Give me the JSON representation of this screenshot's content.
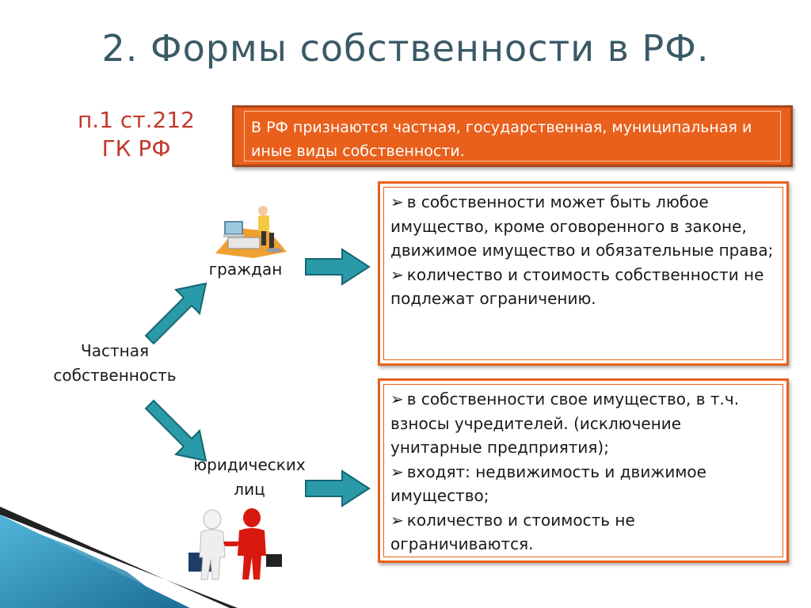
{
  "title": "2. Формы собственности в РФ.",
  "law_reference": {
    "line1": "п.1 ст.212",
    "line2": "ГК РФ"
  },
  "law_text": "В РФ признаются частная, государственная, муниципальная и иные виды собственности.",
  "root_label": {
    "line1": "Частная",
    "line2": "собственность"
  },
  "branches": {
    "citizens": {
      "label": "граждан",
      "items": [
        "в собственности может быть любое имущество, кроме оговоренного в законе, движимое имущество и обязательные права;",
        "количество и стоимость собственности не подлежат ограничению."
      ]
    },
    "legal_entities": {
      "label_line1": "юридических",
      "label_line2": "лиц",
      "items": [
        "в собственности свое имущество, в т.ч. взносы учредителей. (исключение унитарные предприятия);",
        "входят: недвижимость и движимое имущество;",
        "количество и стоимость не ограничиваются."
      ]
    }
  },
  "bullet_symbol": "➢",
  "colors": {
    "accent": "#e9601c",
    "title": "#3a5a66",
    "law_ref": "#c0392b",
    "arrow": "#2a9aa8"
  },
  "icons": {
    "citizen": "person-at-computer-icon",
    "legal": "handshake-figures-icon"
  }
}
